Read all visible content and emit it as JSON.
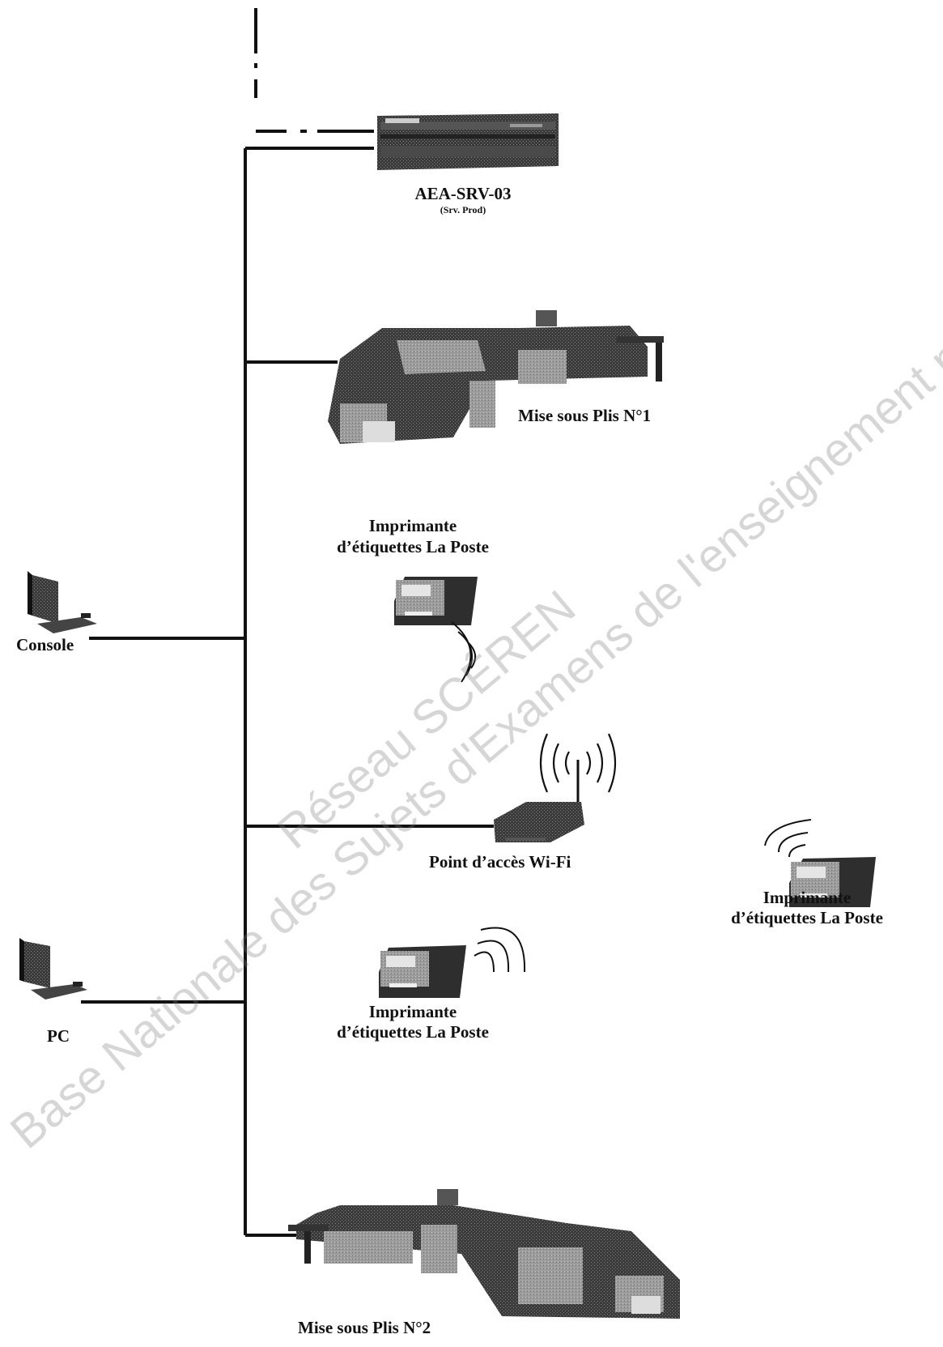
{
  "server": {
    "name": "AEA-SRV-03",
    "role": "(Srv. Prod)"
  },
  "devices": {
    "mise_sous_plis_1": "Mise sous Plis N°1",
    "mise_sous_plis_2": "Mise sous Plis N°2",
    "printer_top_line1": "Imprimante",
    "printer_top_line2": "d’étiquettes La Poste",
    "printer_middle_line1": "Imprimante",
    "printer_middle_line2": "d’étiquettes La Poste",
    "printer_right_line1": "Imprimante",
    "printer_right_line2": "d’étiquettes La Poste",
    "access_point": "Point d’accès Wi-Fi",
    "console": "Console",
    "pc": "PC"
  },
  "watermark": {
    "line1": "Base Nationale des Sujets d'Examens de l'enseignement professionnel",
    "line2": "Réseau SCÉREN"
  },
  "colors": {
    "line": "#111111",
    "device": "#2a2a2a",
    "watermark": "#9a9a9a"
  }
}
